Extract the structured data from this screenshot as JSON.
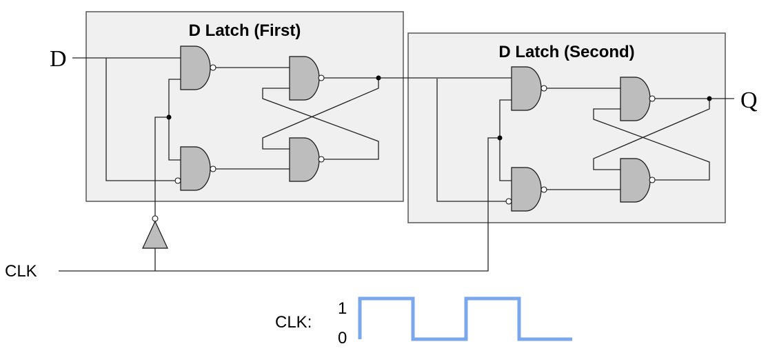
{
  "latches": [
    {
      "title": "D Latch (First)"
    },
    {
      "title": "D Latch (Second)"
    }
  ],
  "inputs": {
    "d_label": "D",
    "clk_label": "CLK"
  },
  "outputs": {
    "q_label": "Q"
  },
  "clock_waveform": {
    "label": "CLK:",
    "high_label": "1",
    "low_label": "0",
    "levels": [
      1,
      1,
      0,
      0,
      1,
      1,
      0,
      0
    ],
    "color": "#6d9eeb"
  },
  "colors": {
    "box_fill": "#f0f0f0",
    "gate_fill": "#bdbdbd"
  }
}
